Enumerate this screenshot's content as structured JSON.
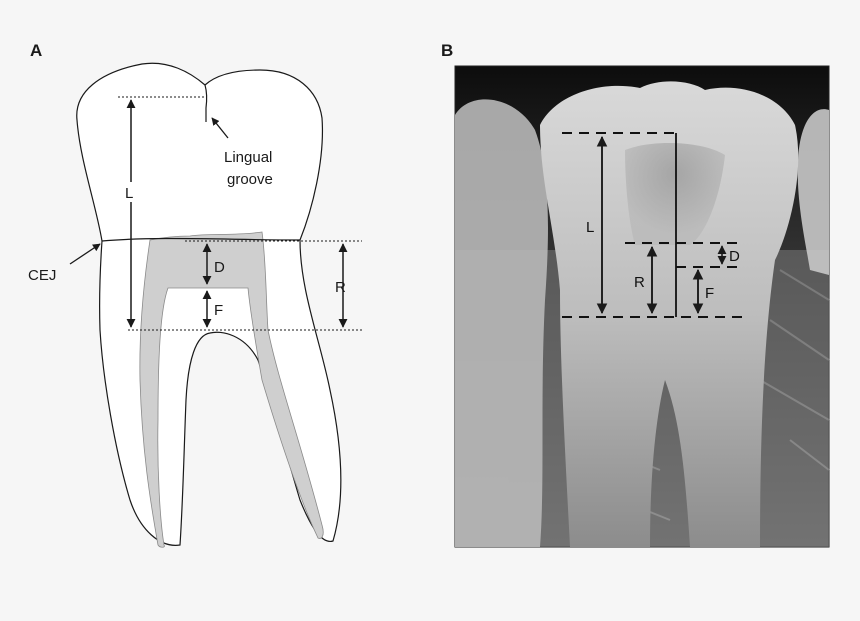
{
  "panel_a": {
    "letter": "A",
    "labels": {
      "L": "L",
      "lingual_groove_line1": "Lingual",
      "lingual_groove_line2": "groove",
      "cej": "CEJ",
      "D": "D",
      "F": "F",
      "R": "R"
    }
  },
  "panel_b": {
    "letter": "B",
    "labels": {
      "L": "L",
      "D": "D",
      "R": "R",
      "F": "F"
    }
  },
  "colors": {
    "page_bg": "#f6f6f6",
    "line": "#1a1a1a",
    "pulp_fill": "#cfcfcf",
    "tooth_fill": "#ffffff"
  }
}
